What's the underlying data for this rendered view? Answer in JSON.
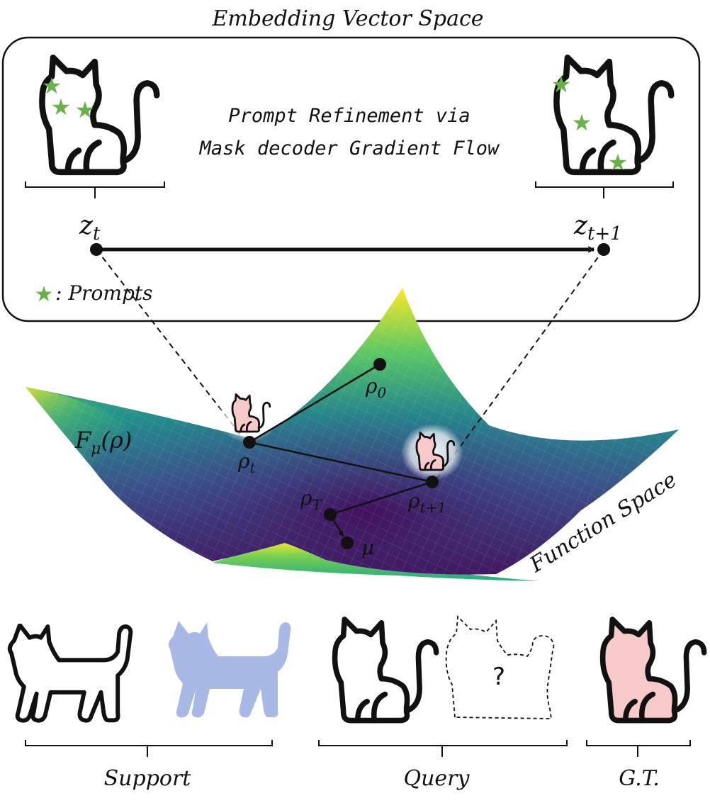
{
  "header": {
    "title": "Embedding Vector Space"
  },
  "embedding": {
    "refinement_line1": "Prompt Refinement via",
    "refinement_line2": "Mask decoder Gradient Flow",
    "z_t": {
      "base": "z",
      "sub": "t"
    },
    "z_t1": {
      "base": "z",
      "sub": "t+1"
    },
    "legend_symbol": "★",
    "legend_label": ": Prompts"
  },
  "function_space": {
    "label": "Function Space",
    "objective": {
      "base": "F",
      "sub": "μ",
      "arg": "(ρ)"
    },
    "points": [
      {
        "id": "rho_0",
        "base": "ρ",
        "sub": "0"
      },
      {
        "id": "rho_t",
        "base": "ρ",
        "sub": "t"
      },
      {
        "id": "rho_t1",
        "base": "ρ",
        "sub": "t+1"
      },
      {
        "id": "rho_T",
        "base": "ρ",
        "sub": "T"
      },
      {
        "id": "mu",
        "base": "μ",
        "sub": ""
      }
    ]
  },
  "bottom": {
    "query_mark": "?",
    "groups": [
      {
        "id": "support",
        "label": "Support"
      },
      {
        "id": "query",
        "label": "Query"
      },
      {
        "id": "gt",
        "label": "G.T."
      }
    ]
  },
  "colors": {
    "star": "#6ab04c",
    "support_mask": "#a9b9e6",
    "gt_fill": "#f7c9c9",
    "surface_high": "#fde725",
    "surface_mid": "#21918c",
    "surface_low": "#440154",
    "outline": "#111111"
  }
}
